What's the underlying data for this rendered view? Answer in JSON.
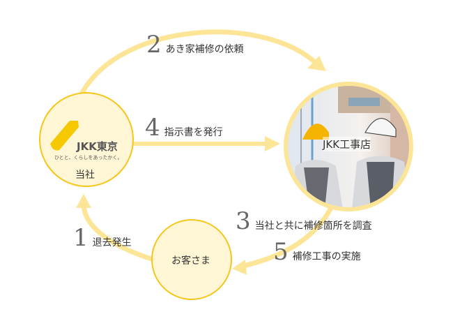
{
  "nodes": {
    "company": {
      "label": "当社",
      "logo_text": "JKK東京",
      "tagline": "ひとと、くらしをあったかく。"
    },
    "contractor": {
      "label": "JKK工事店"
    },
    "customer": {
      "label": "お客さま"
    }
  },
  "steps": [
    {
      "num": "1",
      "text": "退去発生"
    },
    {
      "num": "2",
      "text": "あき家補修の依頼"
    },
    {
      "num": "3",
      "text": "当社と共に補修箇所を調査"
    },
    {
      "num": "4",
      "text": "指示書を発行"
    },
    {
      "num": "5",
      "text": "補修工事の実施"
    }
  ],
  "colors": {
    "arrow": "#fde597",
    "circle_fill": "#fff6d5",
    "circle_stroke": "#f6c619",
    "logo": "#f6c800"
  }
}
